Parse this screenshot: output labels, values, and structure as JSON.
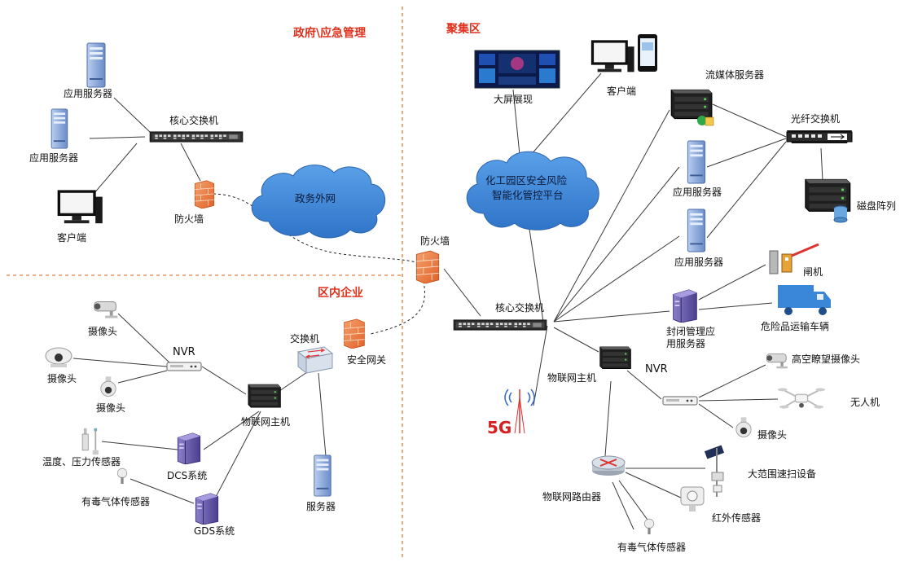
{
  "regions": {
    "government": "政府\\应急管理",
    "cluster": "聚集区",
    "enterprise": "区内企业"
  },
  "gov": {
    "app_server_1": "应用服务器",
    "app_server_2": "应用服务器",
    "core_switch": "核心交换机",
    "client": "客户端",
    "firewall": "防火墙",
    "gov_network": "政务外网"
  },
  "center": {
    "firewall": "防火墙",
    "platform_line1": "化工园区安全风险",
    "platform_line2": "智能化管控平台",
    "big_screen": "大屏展现",
    "client": "客户端",
    "core_switch": "核心交换机"
  },
  "cluster": {
    "streaming_server": "流媒体服务器",
    "fiber_switch": "光纤交换机",
    "app_server_1": "应用服务器",
    "disk_array": "磁盘阵列",
    "app_server_2": "应用服务器",
    "gate": "闸机",
    "closed_mgmt_line1": "封闭管理应",
    "closed_mgmt_line2": "用服务器",
    "hazmat_vehicle": "危险品运输车辆",
    "iot_host": "物联网主机",
    "nvr": "NVR",
    "high_camera": "高空瞭望摄像头",
    "drone": "无人机",
    "camera": "摄像头",
    "fiveg": "5G",
    "iot_router": "物联网路由器",
    "wide_scan": "大范围速扫设备",
    "infrared": "红外传感器",
    "toxic_gas": "有毒气体传感器"
  },
  "enterprise": {
    "camera_1": "摄像头",
    "camera_2": "摄像头",
    "camera_3": "摄像头",
    "nvr": "NVR",
    "switch": "交换机",
    "security_gateway": "安全网关",
    "iot_host": "物联网主机",
    "temp_pressure": "温度、压力传感器",
    "dcs": "DCS系统",
    "toxic_gas": "有毒气体传感器",
    "gds": "GDS系统",
    "server": "服务器"
  },
  "colors": {
    "region_title": "#e0311c",
    "divider": "#e07a3a",
    "cloud": "#3d86d4",
    "server": "#6f8fc4",
    "firewall": "#f08040"
  }
}
